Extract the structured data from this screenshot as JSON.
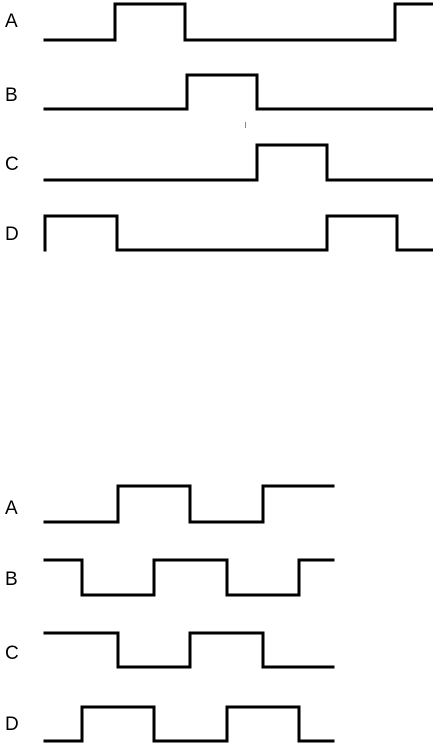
{
  "diagrams": [
    {
      "name": "top",
      "signals": [
        {
          "label": "A",
          "levels": [
            0,
            1,
            0,
            1
          ]
        },
        {
          "label": "B",
          "levels": [
            0,
            1,
            0
          ]
        },
        {
          "label": "C",
          "levels": [
            0,
            1,
            0
          ]
        },
        {
          "label": "D",
          "levels": [
            1,
            0,
            1,
            0
          ]
        }
      ]
    },
    {
      "name": "bottom",
      "signals": [
        {
          "label": "A",
          "levels": [
            0,
            1,
            0,
            1
          ]
        },
        {
          "label": "B",
          "levels": [
            1,
            0,
            1,
            0,
            1
          ]
        },
        {
          "label": "C",
          "levels": [
            1,
            0,
            1,
            0
          ]
        },
        {
          "label": "D",
          "levels": [
            0,
            1,
            0,
            1,
            0
          ]
        }
      ]
    }
  ],
  "colors": {
    "stroke": "#000000",
    "background": "#ffffff"
  }
}
